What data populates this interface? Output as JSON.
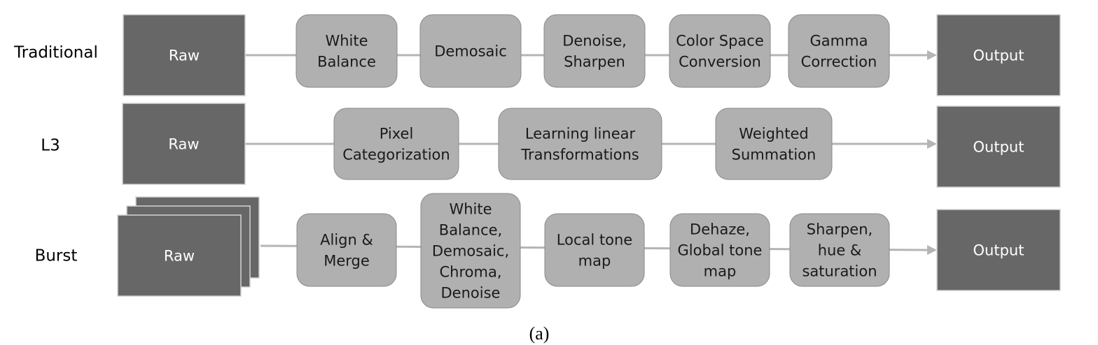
{
  "rows": [
    {
      "label": "Traditional",
      "input": "Raw",
      "output": "Output",
      "steps": [
        {
          "lines": [
            "White",
            "Balance"
          ]
        },
        {
          "lines": [
            "Demosaic"
          ]
        },
        {
          "lines": [
            "Denoise,",
            "Sharpen"
          ]
        },
        {
          "lines": [
            "Color Space",
            "Conversion"
          ]
        },
        {
          "lines": [
            "Gamma",
            "Correction"
          ]
        }
      ]
    },
    {
      "label": "L3",
      "input": "Raw",
      "output": "Output",
      "steps": [
        {
          "lines": [
            "Pixel",
            "Categorization"
          ]
        },
        {
          "lines": [
            "Learning linear",
            "Transformations"
          ]
        },
        {
          "lines": [
            "Weighted",
            "Summation"
          ]
        }
      ]
    },
    {
      "label": "Burst",
      "input": "Raw",
      "output": "Output",
      "steps": [
        {
          "lines": [
            "Align &",
            "Merge"
          ]
        },
        {
          "lines": [
            "White",
            "Balance,",
            "Demosaic,",
            "Chroma,",
            "Denoise"
          ]
        },
        {
          "lines": [
            "Local tone",
            "map"
          ]
        },
        {
          "lines": [
            "Dehaze,",
            "Global tone",
            "map"
          ]
        },
        {
          "lines": [
            "Sharpen,",
            "hue &",
            "saturation"
          ]
        }
      ]
    }
  ],
  "caption": "(a)",
  "colors": {
    "dark_box": "#676767",
    "dark_box_border": "#d4d4d4",
    "step_box": "#b0b0b0",
    "step_box_border": "#8a8a8a",
    "connector": "#b5b5b5",
    "label_text": "#000000",
    "box_text_light": "#ffffff",
    "box_text_dark": "#1a1a1a"
  }
}
